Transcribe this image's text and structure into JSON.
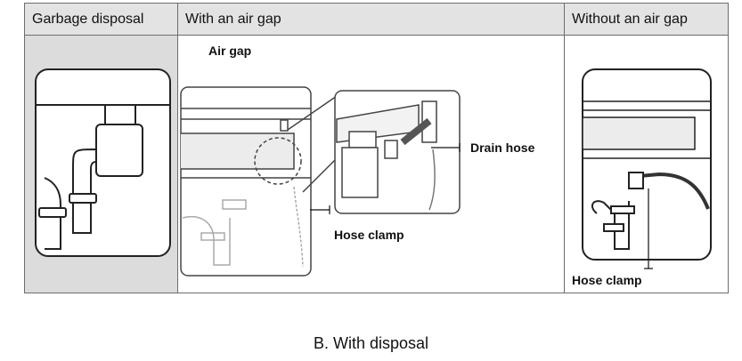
{
  "table": {
    "headers": [
      "Garbage disposal",
      "With an air gap",
      "Without an air gap"
    ]
  },
  "labels": {
    "air_gap": "Air gap",
    "drain_hose": "Drain hose",
    "hose_clamp_1": "Hose clamp",
    "hose_clamp_2": "Hose clamp"
  },
  "caption": "B.  With disposal"
}
